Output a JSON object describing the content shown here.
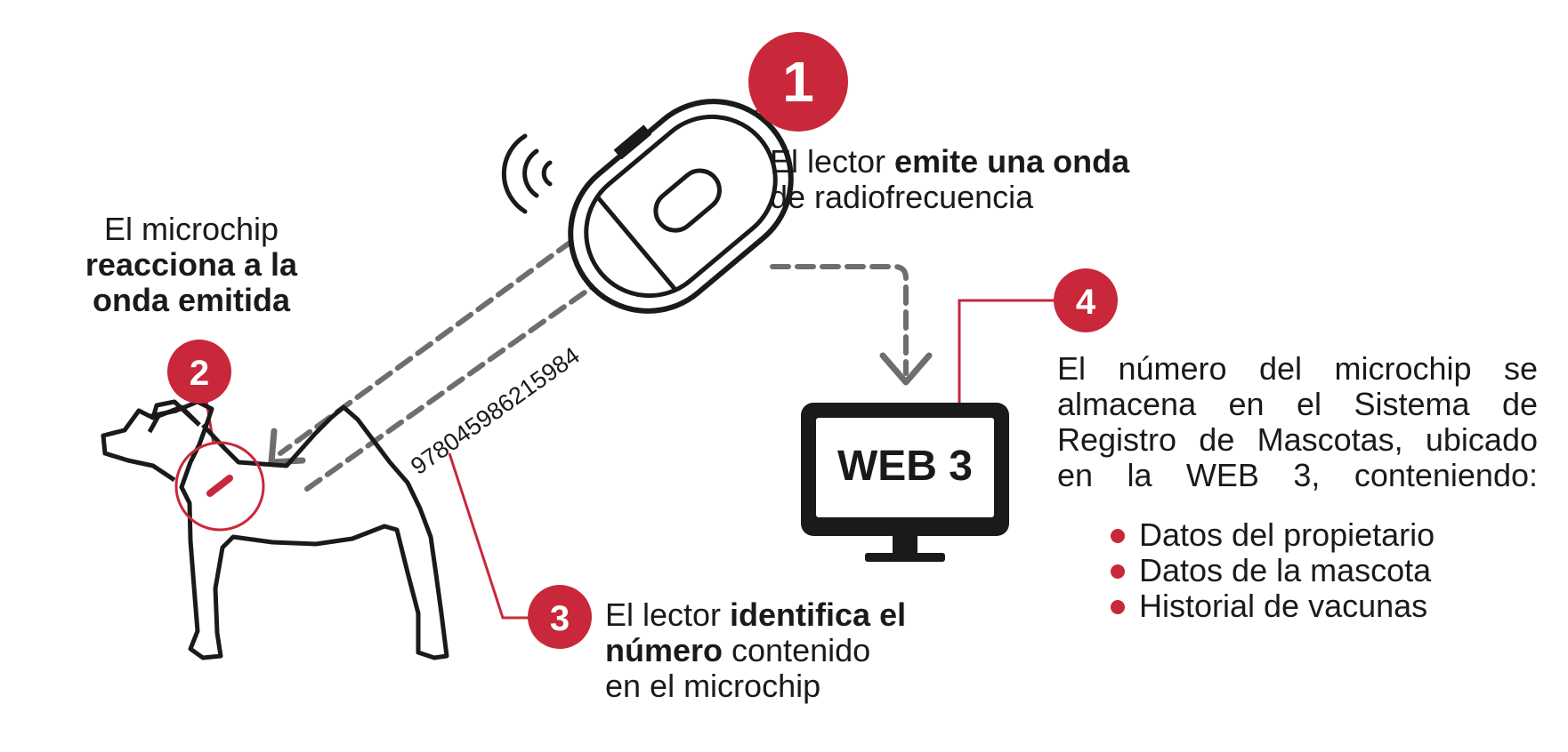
{
  "colors": {
    "accent": "#c8283a",
    "line": "#1a1a1a",
    "dash": "#6e6e6e"
  },
  "steps": [
    {
      "number": "1",
      "text_a": "El lector ",
      "text_b": "emite una onda",
      "text_c": "de radiofrecuencia"
    },
    {
      "number": "2",
      "text_a": "El microchip",
      "text_b": "reacciona a la",
      "text_c": "onda emitida"
    },
    {
      "number": "3",
      "text_a": "El lector ",
      "text_b": "identifica el",
      "text_c": "número",
      "text_d": " contenido",
      "text_e": "en el microchip"
    },
    {
      "number": "4",
      "description": "El número del microchip se almacena en el Sistema de Registro de Mascotas, ubicado en la WEB 3, conteniendo:",
      "items": [
        "Datos del propietario",
        "Datos de la mascota",
        "Historial de vacunas"
      ]
    }
  ],
  "chip_number": "978045986215984",
  "monitor_label": "WEB 3",
  "icons": [
    "radio-wave-icon",
    "reader-device-icon",
    "dog-icon",
    "microchip-icon",
    "monitor-icon"
  ]
}
